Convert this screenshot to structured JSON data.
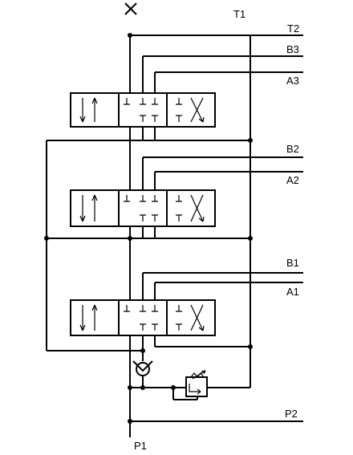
{
  "labels": {
    "t1": "T1",
    "t2": "T2",
    "b3": "B3",
    "a3": "A3",
    "b2": "B2",
    "a2": "A2",
    "b1": "B1",
    "a1": "A1",
    "p2": "P2",
    "p1": "P1"
  },
  "components": {
    "directional_valves": [
      "valve-3",
      "valve-2",
      "valve-1"
    ],
    "check_valve": "check-valve-icon",
    "relief_valve": "relief-valve-icon",
    "tank_vent": "tank-vent-x-icon"
  }
}
